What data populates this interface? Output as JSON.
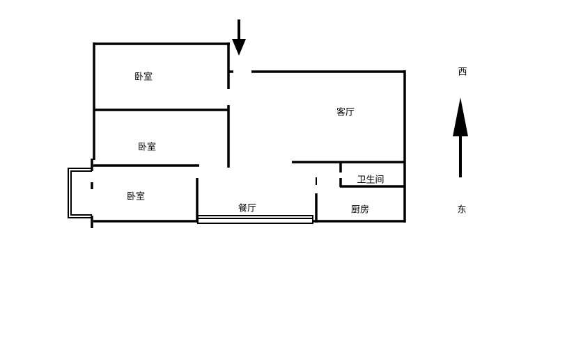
{
  "rooms": {
    "bedroom_1": "卧室",
    "bedroom_2": "卧室",
    "bedroom_3": "卧室",
    "living_room": "客厅",
    "bathroom": "卫生间",
    "kitchen": "厨房",
    "dining_room": "餐厅"
  },
  "compass": {
    "north_label": "西",
    "south_label": "东"
  },
  "colors": {
    "line": "#000000",
    "background": "#ffffff"
  }
}
